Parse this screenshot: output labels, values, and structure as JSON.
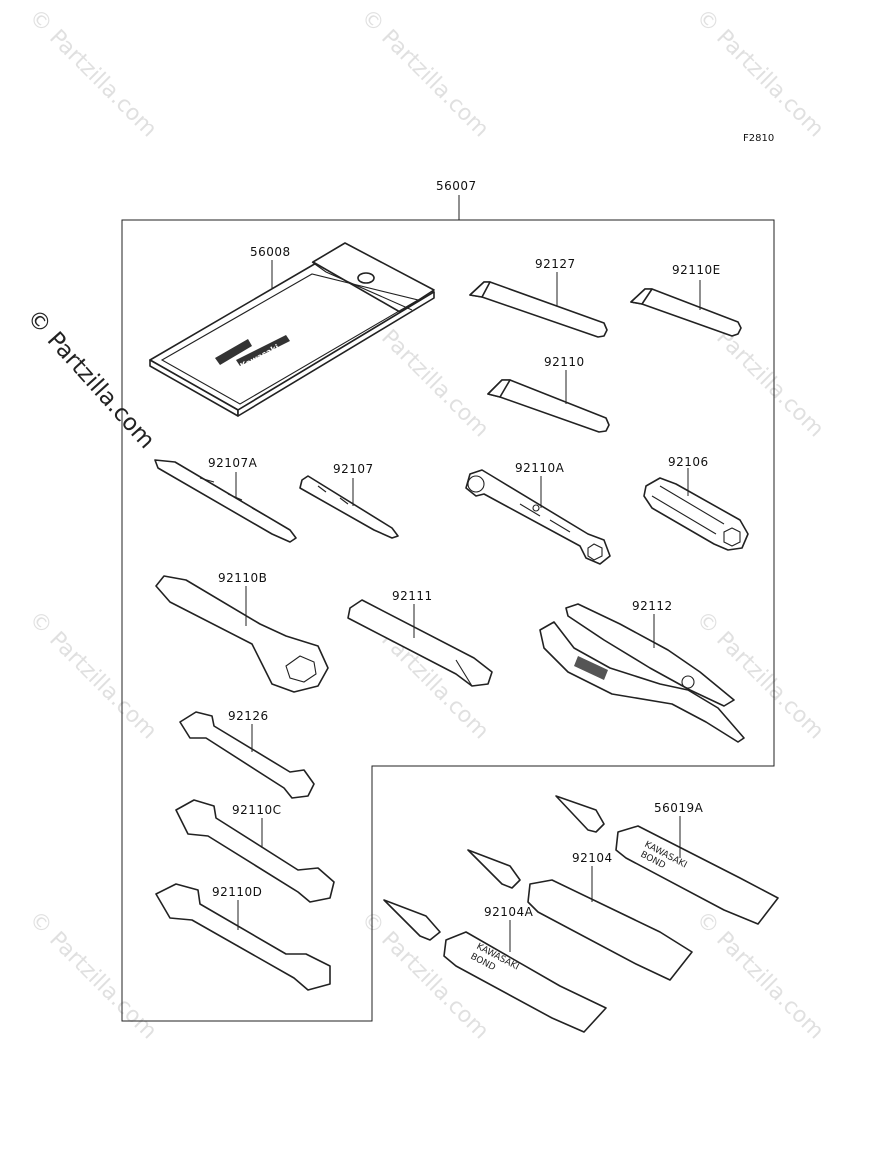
{
  "figure_ref": "F2810",
  "watermark": "© Partzilla.com",
  "assembly": {
    "number": "56007"
  },
  "parts": [
    {
      "id": "pouch",
      "number": "56008"
    },
    {
      "id": "hex-key-large",
      "number": "92127"
    },
    {
      "id": "hex-key-e",
      "number": "92110E"
    },
    {
      "id": "hex-key",
      "number": "92110"
    },
    {
      "id": "screwdriver-a",
      "number": "92107A"
    },
    {
      "id": "screwdriver",
      "number": "92107"
    },
    {
      "id": "box-wrench-a",
      "number": "92110A"
    },
    {
      "id": "spark-plug-socket",
      "number": "92106"
    },
    {
      "id": "ring-wrench-b",
      "number": "92110B"
    },
    {
      "id": "handle-bar",
      "number": "92111"
    },
    {
      "id": "pliers",
      "number": "92112"
    },
    {
      "id": "open-wrench-small",
      "number": "92126"
    },
    {
      "id": "open-wrench-c",
      "number": "92110C"
    },
    {
      "id": "open-wrench-d",
      "number": "92110D"
    },
    {
      "id": "bond-tube-a",
      "number": "56019A"
    },
    {
      "id": "bond-tube",
      "number": "92104"
    },
    {
      "id": "bond-tube-small",
      "number": "92104A"
    }
  ],
  "tube_print": {
    "brand": "KAWASAKI",
    "product": "BOND"
  },
  "pouch_print": {
    "brand": "Kawasaki"
  }
}
